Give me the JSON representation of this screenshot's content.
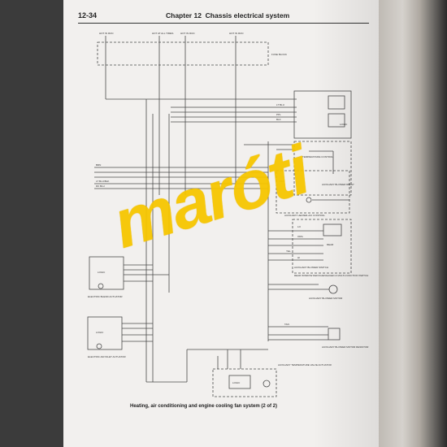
{
  "header": {
    "page_number": "12-34",
    "chapter": "Chapter 12",
    "chapter_title": "Chassis electrical system"
  },
  "caption": "Heating, air conditioning and engine cooling fan system (2 of 2)",
  "watermark": "maróti",
  "diagram": {
    "fuse_block_label": "FUSE BLOCK",
    "hot_labels": [
      "HOT IN RUN",
      "HOT AT ALL TIMES",
      "HOT IN RUN",
      "HOT IN RUN"
    ],
    "components": {
      "logic_1": "LOGIC",
      "temperature_control": "TEMPERATURE CONTROL",
      "auxiliary_blower_relay": "AUXILIARY BLOWER RELAY",
      "auxiliary_heater_ac_control": "AUXILIARY HEATER-A/C CONTROL",
      "aux_blower_switch": "AUXILIARY BLOWER SWITCH",
      "rear_window_switch": "REAR WINDOW DEFOG/ENGAGED & MULTI-FUNCTION SWITCH",
      "auxiliary_blower_motor": "AUXILIARY BLOWER MOTOR",
      "auxiliary_blower_motor_resistor": "AUXILIARY BLOWER MOTOR RESISTOR",
      "electric_blend_actuator": "ELECTRIC BLEND ACTUATOR",
      "electric_air_inlet_actuator": "ELECTRIC AIR INLET ACTUATOR",
      "aux_temperature_valve_actuator": "AUXILIARY TEMPERATURE VALVE ACTUATOR",
      "logic_blend": "LOGIC",
      "logic_inlet": "LOGIC",
      "logic_valve": "LOGIC"
    },
    "wire_labels": {
      "blk": "BLK",
      "brn": "BRN",
      "org": "ORG",
      "yel": "YEL",
      "ppl": "PPL",
      "lt_blu": "LT BLU",
      "lt_blu_blk": "LT BLU/BLK",
      "dk_blu": "DK BLU",
      "tan": "TAN",
      "lo": "LO",
      "hi": "HI",
      "off": "OFF",
      "rear": "REAR"
    }
  }
}
